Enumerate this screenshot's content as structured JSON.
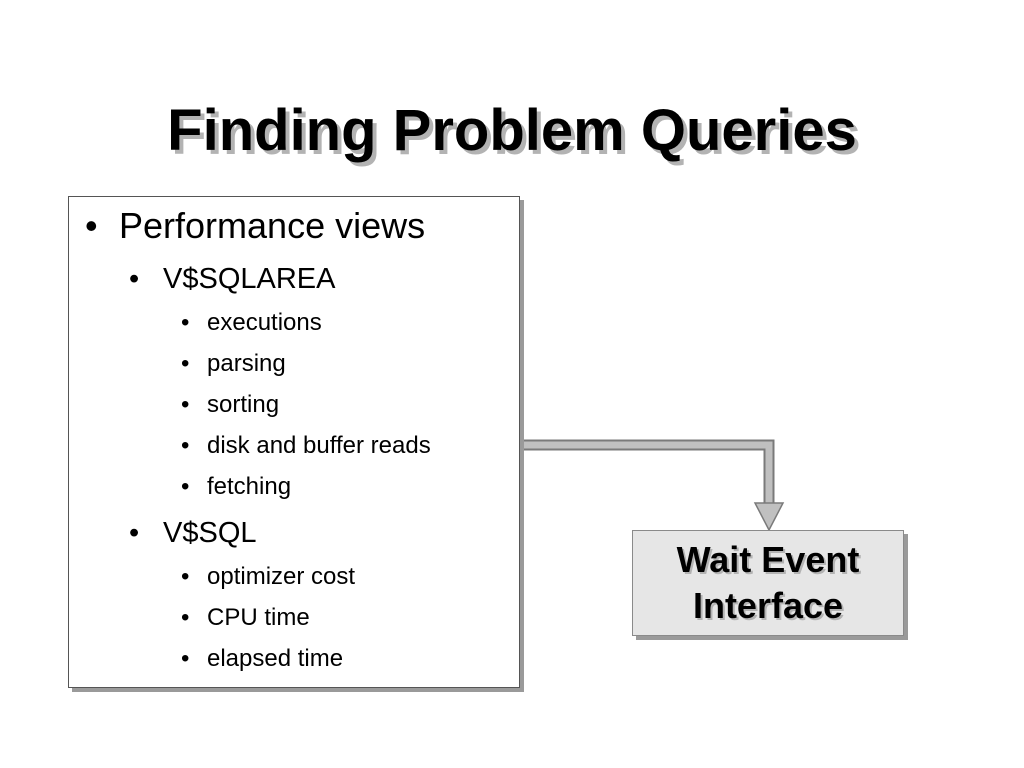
{
  "slide": {
    "title": "Finding Problem Queries"
  },
  "views_box": {
    "bullet_glyph": "•",
    "heading": "Performance views",
    "groups": [
      {
        "name": "V$SQLAREA",
        "items": [
          "executions",
          "parsing",
          "sorting",
          "disk and buffer reads",
          "fetching"
        ]
      },
      {
        "name": "V$SQL",
        "items": [
          "optimizer cost",
          "CPU time",
          "elapsed time"
        ]
      }
    ]
  },
  "wait_box": {
    "line1": "Wait Event",
    "line2": "Interface"
  },
  "colors": {
    "arrow_fill": "#c0c0c0",
    "arrow_edge": "#7a7a7a",
    "box_fill": "#e6e6e6",
    "shadow": "#9a9a9a"
  }
}
